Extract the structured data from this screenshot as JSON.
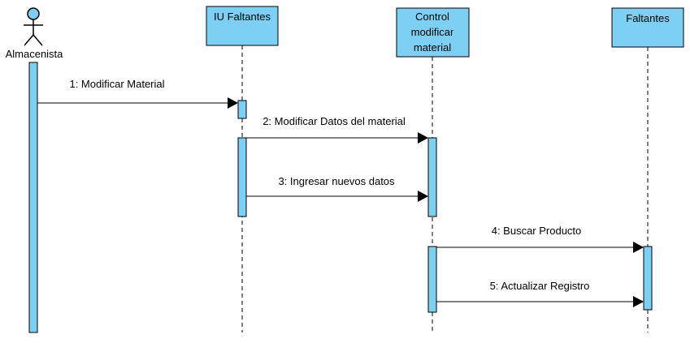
{
  "actor": {
    "name": "Almacenista"
  },
  "participants": [
    {
      "id": "iu",
      "lines": [
        "IU Faltantes"
      ]
    },
    {
      "id": "ctrl",
      "lines": [
        "Control",
        "modificar",
        "material"
      ]
    },
    {
      "id": "falt",
      "lines": [
        "Faltantes"
      ]
    }
  ],
  "messages": [
    {
      "label": "1: Modificar Material"
    },
    {
      "label": "2: Modificar Datos del material"
    },
    {
      "label": "3: Ingresar nuevos datos"
    },
    {
      "label": "4: Buscar Producto"
    },
    {
      "label": "5: Actualizar Registro"
    }
  ],
  "colors": {
    "box_fill": "#7ecff4",
    "line": "#000000"
  }
}
